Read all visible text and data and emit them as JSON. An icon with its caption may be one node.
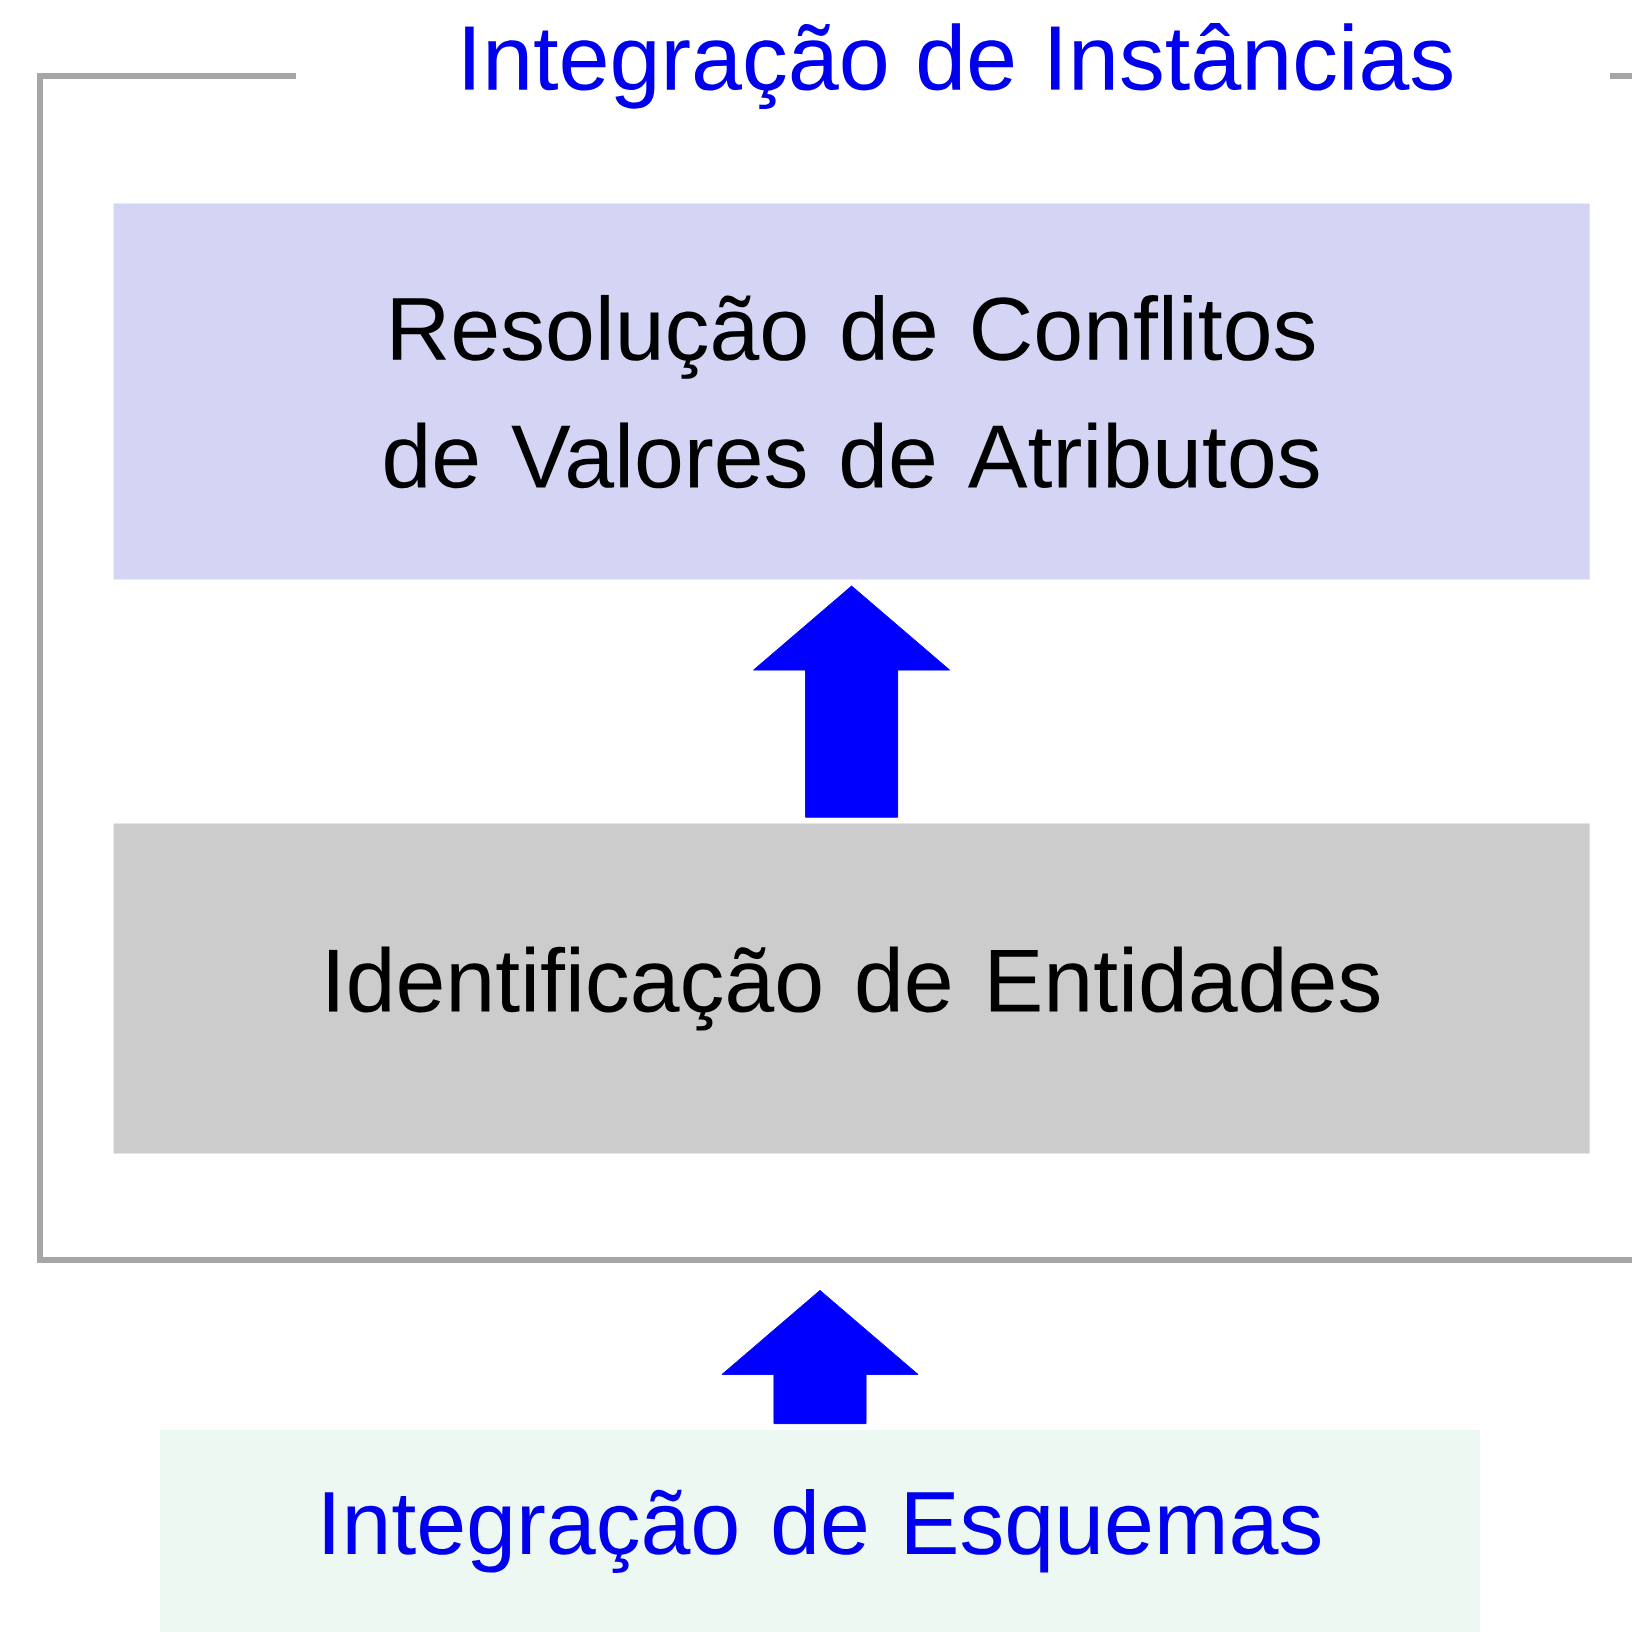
{
  "diagram": {
    "nodes": [
      {
        "text": [
          "Integração de Instâncias"
        ]
      },
      {
        "text": [
          "Resolução de Conflitos de Valores de Atributos"
        ],
        "in": 0
      },
      {
        "text": [
          "Identificação de Entidades"
        ],
        "in": 0
      },
      {
        "text": [
          "Integração de Esquemas"
        ]
      }
    ],
    "edges": [
      {
        "from": 2,
        "to": 1,
        "arrow": "to"
      },
      {
        "from": 3,
        "to": 0,
        "arrow": "to"
      }
    ]
  }
}
